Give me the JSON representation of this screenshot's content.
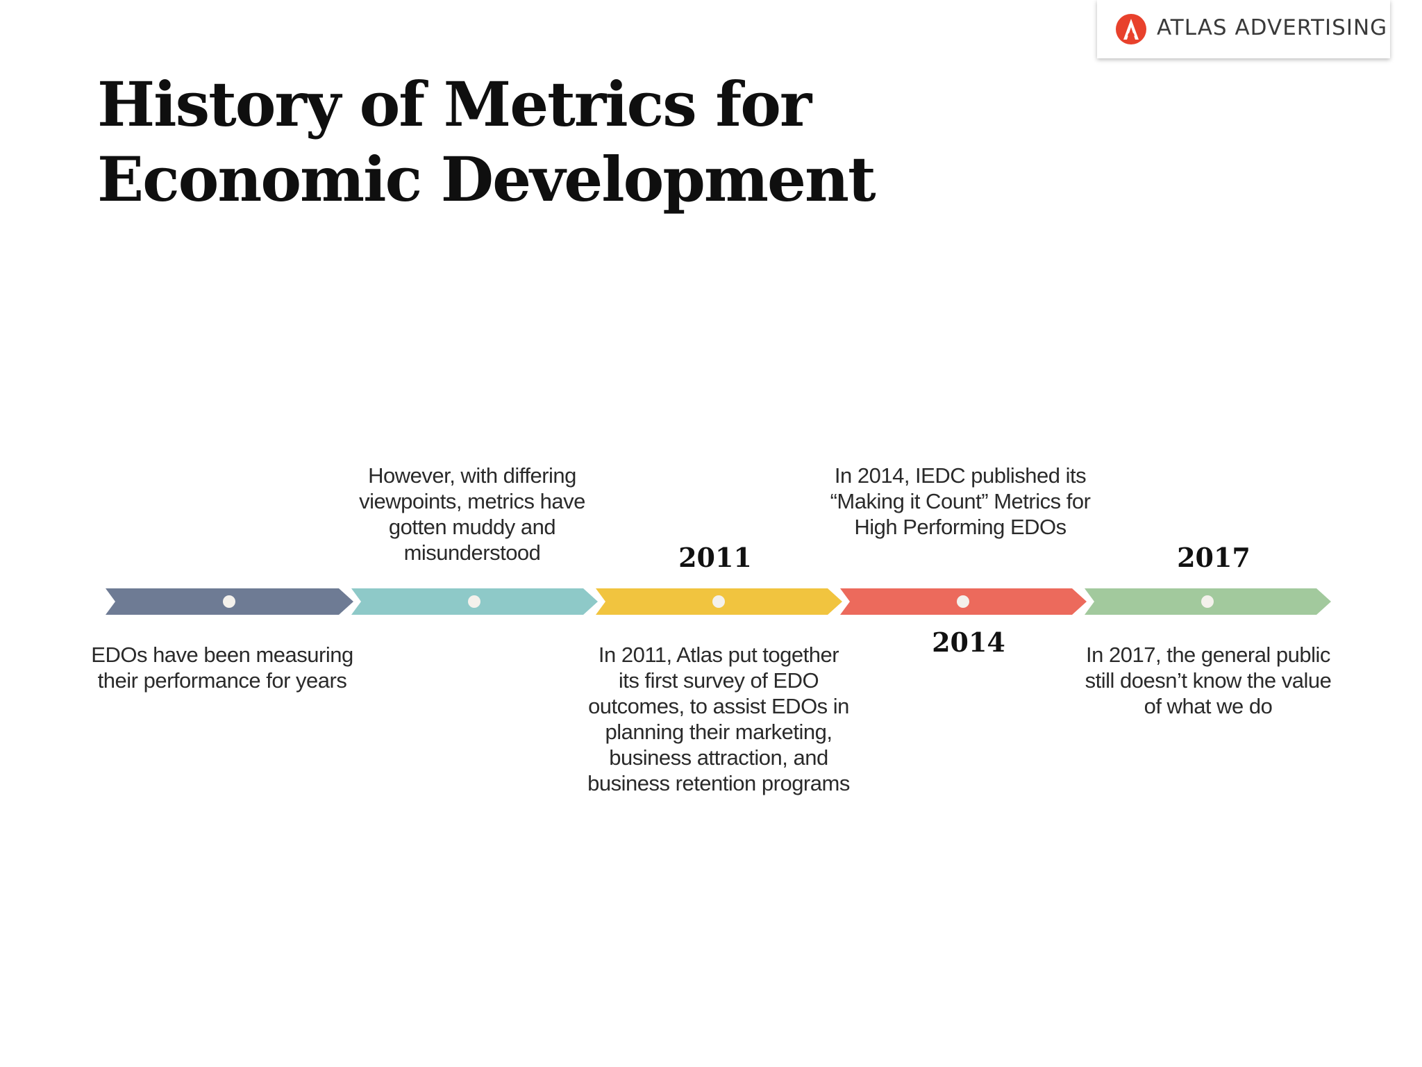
{
  "brand": {
    "name": "ATLAS ADVERTISING",
    "mark_color": "#e8412c"
  },
  "slide": {
    "title": "History of Metrics for Economic Development"
  },
  "timeline": {
    "segments": [
      {
        "color": "#6e7b94",
        "year": "",
        "text": "EDOs have been measuring their performance for years",
        "text_position": "below"
      },
      {
        "color": "#8ec9c8",
        "year": "",
        "text": "However, with differing viewpoints, metrics have gotten muddy and misunderstood",
        "text_position": "above"
      },
      {
        "color": "#f1c43f",
        "year": "2011",
        "year_position": "above",
        "text": "In 2011, Atlas put together its first survey of EDO outcomes, to assist EDOs in planning their marketing, business attraction, and business retention programs",
        "text_position": "below"
      },
      {
        "color": "#ec6a5c",
        "year": "2014",
        "year_position": "below",
        "text": "In 2014, IEDC published its “Making it Count” Metrics for High Performing EDOs",
        "text_position": "above"
      },
      {
        "color": "#a2c99d",
        "year": "2017",
        "year_position": "above",
        "text": "In 2017, the general public still doesn’t know the value of what we do",
        "text_position": "below"
      }
    ]
  }
}
